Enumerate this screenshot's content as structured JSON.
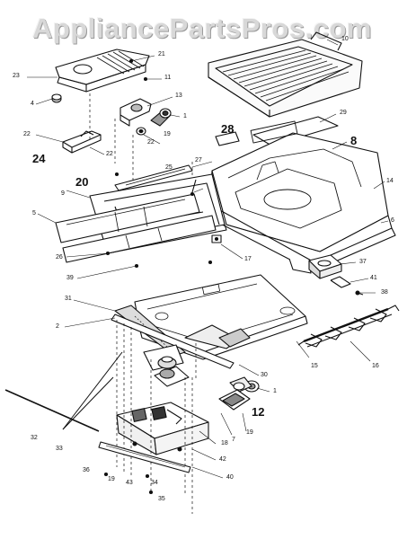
{
  "watermark": "AppliancePartsPros.com",
  "callouts": [
    "23",
    "21",
    "11",
    "4",
    "13",
    "1",
    "22",
    "19",
    "22",
    "24",
    "22",
    "10",
    "29",
    "28",
    "8",
    "14",
    "6",
    "20",
    "25",
    "27",
    "9",
    "5",
    "26",
    "39",
    "17",
    "37",
    "41",
    "38",
    "31",
    "2",
    "30",
    "15",
    "16",
    "1",
    "12",
    "19",
    "7",
    "18",
    "42",
    "40",
    "32",
    "33",
    "36",
    "19",
    "43",
    "34",
    "35"
  ]
}
